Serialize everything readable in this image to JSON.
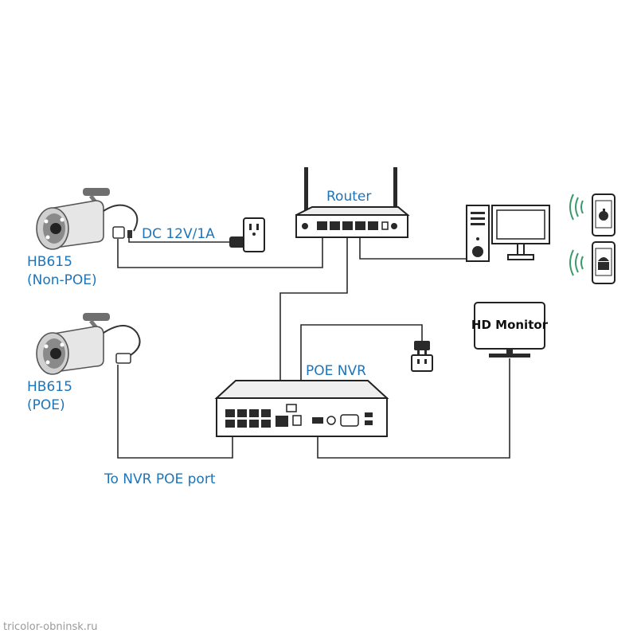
{
  "labels": {
    "router": "Router",
    "dc_power": "DC 12V/1A",
    "cam1_model": "HB615",
    "cam1_type": "(Non-POE)",
    "cam2_model": "HB615",
    "cam2_type": "(POE)",
    "nvr": "POE NVR",
    "monitor": "HD Monitor",
    "poe_port": "To NVR POE port"
  },
  "watermark": "tricolor-obninsk.ru",
  "colors": {
    "label_blue": "#1e74b8",
    "wifi_green": "#3a9a6a",
    "line": "#2b2b2b"
  },
  "icons": [
    "bullet-camera-icon",
    "wall-outlet-icon",
    "power-adapter-icon",
    "power-plug-icon",
    "wifi-icon",
    "apple-icon",
    "android-icon"
  ]
}
